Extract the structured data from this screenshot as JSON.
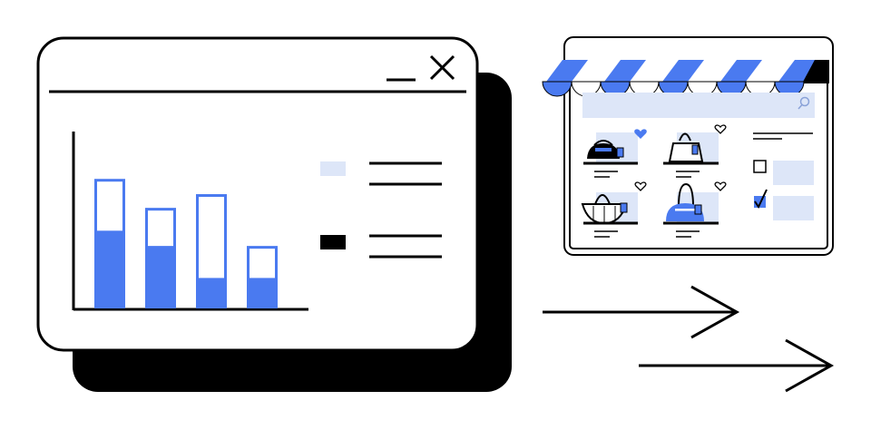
{
  "colors": {
    "accent": "#4a7af0",
    "accent_light": "#dde6f8",
    "ink": "#000000",
    "paper": "#ffffff"
  },
  "chart_data": {
    "type": "bar",
    "categories": [
      "",
      "",
      "",
      ""
    ],
    "series": [
      {
        "values": [
          0.51,
          0.41,
          0.2,
          0.2
        ]
      },
      {
        "values": [
          0.34,
          0.25,
          0.55,
          0.21
        ]
      }
    ],
    "title": "",
    "xlabel": "",
    "ylabel": "",
    "ylim": [
      0,
      1
    ],
    "legend": "right",
    "grid": false
  },
  "window": {
    "minimize_icon": "minimize-icon",
    "close_icon": "close-icon"
  },
  "shop": {
    "icons": [
      "search-icon",
      "heart-icon",
      "handbag-icon",
      "checkbox-icon"
    ],
    "products": [
      {
        "name": "handbag",
        "favorited": true
      },
      {
        "name": "tote",
        "favorited": false
      },
      {
        "name": "basket-bag",
        "favorited": false
      },
      {
        "name": "satchel",
        "favorited": false
      }
    ],
    "filters": [
      {
        "checked": false
      },
      {
        "checked": true
      }
    ]
  },
  "arrows": [
    "arrow-right-icon",
    "arrow-right-icon"
  ]
}
